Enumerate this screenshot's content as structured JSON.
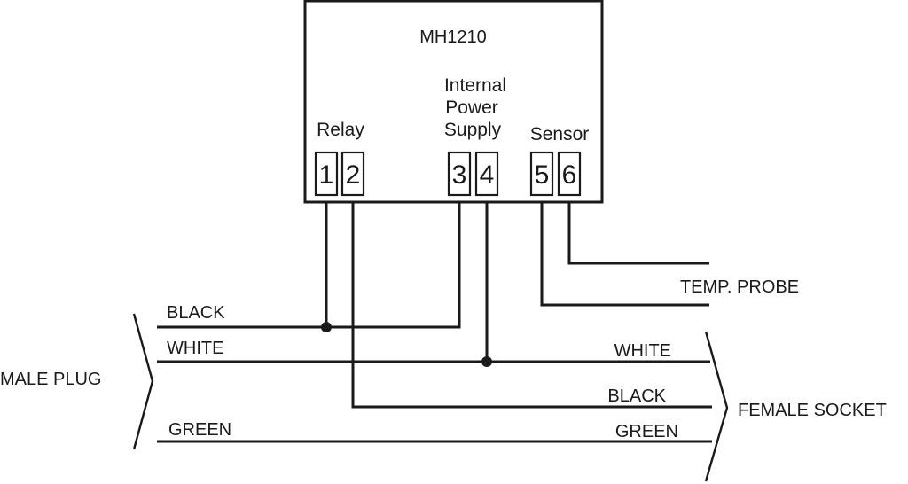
{
  "module": {
    "title": "MH1210",
    "groups": {
      "relay": "Relay",
      "power_line1": "Internal",
      "power_line2": "Power",
      "power_line3": "Supply",
      "sensor": "Sensor"
    },
    "terminals": [
      "1",
      "2",
      "3",
      "4",
      "5",
      "6"
    ]
  },
  "wires": {
    "black_in": "BLACK",
    "white_in": "WHITE",
    "green_in": "GREEN",
    "white_out": "WHITE",
    "black_out": "BLACK",
    "green_out": "GREEN",
    "probe": "TEMP. PROBE"
  },
  "ends": {
    "left": "MALE PLUG",
    "right": "FEMALE SOCKET"
  },
  "colors": {
    "ink": "#1a1a1a",
    "background": "#ffffff"
  }
}
